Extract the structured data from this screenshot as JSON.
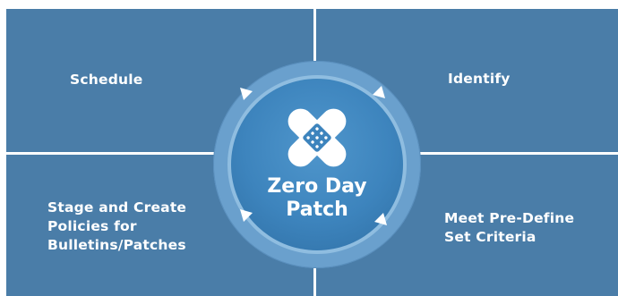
{
  "center": {
    "title": "Zero Day\nPatch",
    "icon": "bandage-icon"
  },
  "quadrants": {
    "top_left": "Schedule",
    "top_right": "Identify",
    "bottom_left": "Stage and Create\nPolicies for\nBulletins/Patches",
    "bottom_right": "Meet Pre-Define\nSet Criteria"
  },
  "colors": {
    "panel": "#4a7da8",
    "ring": "#6aa0cd",
    "core": "#3d84bd",
    "text": "#ffffff"
  }
}
